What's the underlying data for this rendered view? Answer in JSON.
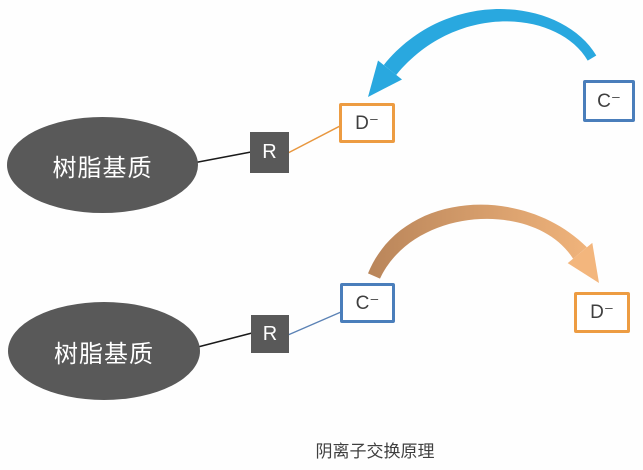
{
  "caption": "阴离子交换原理",
  "top_diagram": {
    "matrix_label": "树脂基质",
    "group_label": "R",
    "attached_ion_label": "D⁻",
    "free_ion_label": "C⁻"
  },
  "bottom_diagram": {
    "matrix_label": "树脂基质",
    "group_label": "R",
    "attached_ion_label": "C⁻",
    "released_ion_label": "D⁻"
  },
  "colors": {
    "matrix_fill": "#595959",
    "matrix_text": "#ffffff",
    "orange_box_border": "#ed9c42",
    "blue_box_border": "#4a7ebb",
    "blue_arrow": "#29a8df",
    "tan_arrow_start": "#b9855a",
    "tan_arrow_end": "#f3b67d",
    "black_connector": "#1a1a1a",
    "orange_connector": "#e8973f",
    "blue_connector": "#5b82b5",
    "text": "#3f3f3f"
  }
}
